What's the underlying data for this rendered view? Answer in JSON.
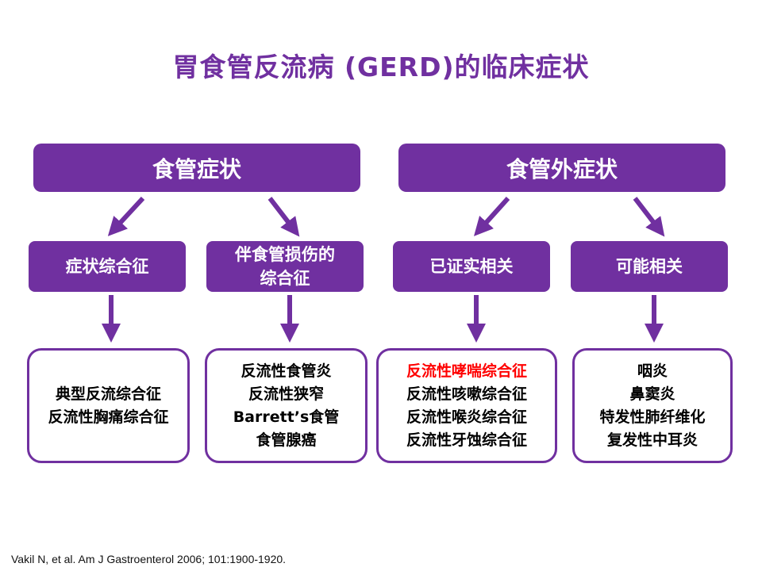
{
  "title": "胃食管反流病 (GERD)的临床症状",
  "colors": {
    "title": "#7030A0",
    "box_fill": "#7030A0",
    "arrow": "#7030A0",
    "highlight": "#FF0000",
    "text": "#000000"
  },
  "top_boxes": [
    {
      "label": "食管症状"
    },
    {
      "label": "食管外症状"
    }
  ],
  "mid_boxes": [
    {
      "lines": [
        "症状综合征"
      ]
    },
    {
      "lines": [
        "伴食管损伤的",
        "综合征"
      ]
    },
    {
      "lines": [
        "已证实相关"
      ]
    },
    {
      "lines": [
        "可能相关"
      ]
    }
  ],
  "bottom_boxes": [
    {
      "items": [
        "典型反流综合征",
        "反流性胸痛综合征"
      ]
    },
    {
      "items": [
        "反流性食管炎",
        "反流性狭窄",
        "Barrett’s食管",
        "食管腺癌"
      ]
    },
    {
      "items": [
        "反流性哮喘综合征",
        "反流性咳嗽综合征",
        "反流性喉炎综合征",
        "反流性牙蚀综合征"
      ]
    },
    {
      "items": [
        "咽炎",
        "鼻窦炎",
        "特发性肺纤维化",
        "复发性中耳炎"
      ]
    }
  ],
  "source": "Vakil N, et al. Am J Gastroenterol 2006; 101:1900-1920."
}
